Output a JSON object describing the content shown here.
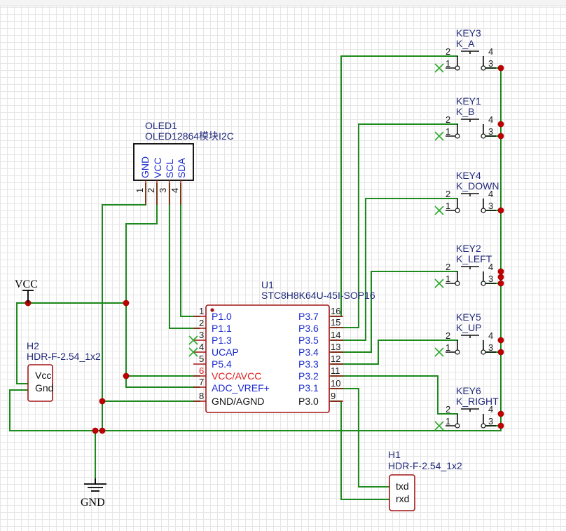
{
  "vcc_label": "VCC",
  "gnd_label": "GND",
  "oled": {
    "ref": "OLED1",
    "value": "OLED12864模块I2C",
    "pins": [
      "GND",
      "VCC",
      "SCL",
      "SDA"
    ],
    "pin_numbers": [
      "1",
      "2",
      "3",
      "4"
    ]
  },
  "u1": {
    "ref": "U1",
    "value": "STC8H8K64U-45I-SOP16",
    "left_pins": [
      {
        "num": "1",
        "name": "P1.0"
      },
      {
        "num": "2",
        "name": "P1.1"
      },
      {
        "num": "3",
        "name": "P1.3"
      },
      {
        "num": "4",
        "name": "UCAP"
      },
      {
        "num": "5",
        "name": "P5.4"
      },
      {
        "num": "6",
        "name": "VCC/AVCC"
      },
      {
        "num": "7",
        "name": "ADC_VREF+"
      },
      {
        "num": "8",
        "name": "GND/AGND"
      }
    ],
    "right_pins": [
      {
        "num": "16",
        "name": "P3.7"
      },
      {
        "num": "15",
        "name": "P3.6"
      },
      {
        "num": "14",
        "name": "P3.5"
      },
      {
        "num": "13",
        "name": "P3.4"
      },
      {
        "num": "12",
        "name": "P3.3"
      },
      {
        "num": "11",
        "name": "P3.2"
      },
      {
        "num": "10",
        "name": "P3.1"
      },
      {
        "num": "9",
        "name": "P3.0"
      }
    ]
  },
  "h2": {
    "ref": "H2",
    "value": "HDR-F-2.54_1x2",
    "pins": [
      "Vcc",
      "Gnd"
    ]
  },
  "h1": {
    "ref": "H1",
    "value": "HDR-F-2.54_1x2",
    "pins": [
      "txd",
      "rxd"
    ]
  },
  "keys": [
    {
      "ref": "KEY3",
      "value": "K_A"
    },
    {
      "ref": "KEY1",
      "value": "K_B"
    },
    {
      "ref": "KEY4",
      "value": "K_DOWN"
    },
    {
      "ref": "KEY2",
      "value": "K_LEFT"
    },
    {
      "ref": "KEY5",
      "value": "K_UP"
    },
    {
      "ref": "KEY6",
      "value": "K_RIGHT"
    }
  ],
  "key_pin_numbers": [
    "1",
    "2",
    "3",
    "4"
  ]
}
